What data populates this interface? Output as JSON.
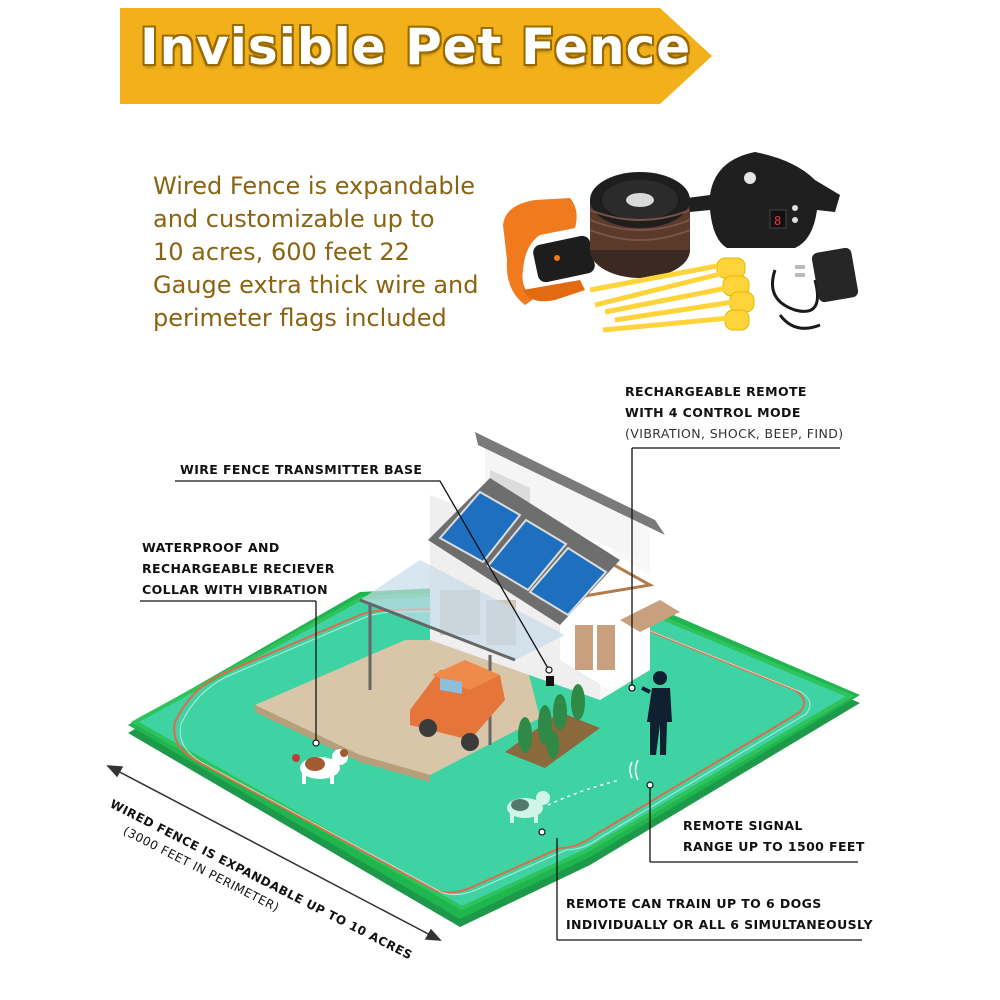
{
  "banner": {
    "title": "Invisible Pet Fence",
    "color": "#f2b11a"
  },
  "intro": {
    "lines": [
      "Wired Fence is expandable",
      "and customizable up to",
      "10 acres, 600 feet 22",
      "Gauge extra thick wire and",
      "perimeter flags included"
    ],
    "color": "#8a6410"
  },
  "product_icons": [
    "orange-receiver-collar",
    "wire-spool",
    "transmitter-base",
    "perimeter-flags",
    "power-adapter"
  ],
  "labels": {
    "remote": {
      "line1": "RECHARGEABLE REMOTE",
      "line2": "WITH 4 CONTROL MODE",
      "line3": "(VIBRATION, SHOCK, BEEP, FIND)"
    },
    "transmitter": "WIRE FENCE TRANSMITTER BASE",
    "collar": {
      "line1": "WATERPROOF AND",
      "line2": "RECHARGEABLE RECIEVER",
      "line3": "COLLAR WITH VIBRATION"
    },
    "signal": {
      "line1": "REMOTE SIGNAL",
      "line2": "RANGE UP TO 1500 FEET"
    },
    "dogs": {
      "line1": "REMOTE CAN TRAIN UP TO 6 DOGS",
      "line2": "INDIVIDUALLY OR ALL 6 SIMULTANEOUSLY"
    },
    "expand": {
      "line1": "WIRED FENCE IS EXPANDABLE UP TO 10 ACRES",
      "line2": "(3000 FEET IN PERIMETER)"
    }
  },
  "colors": {
    "lawn": "#3fd3a4",
    "lawn_border": "#1aa84a",
    "fence_wire": "#e06a4a"
  }
}
